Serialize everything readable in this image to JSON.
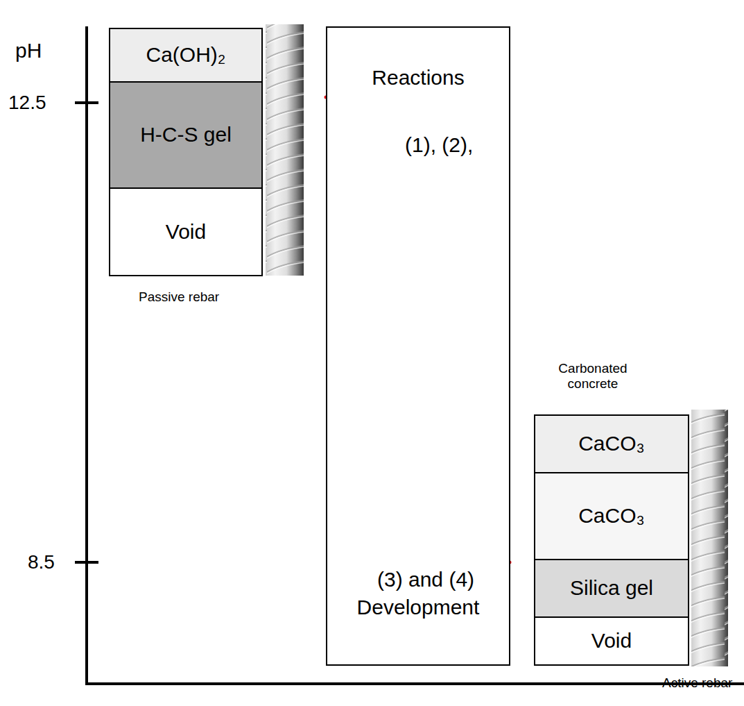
{
  "diagram": {
    "nodes": [
      {
        "text": [
          "Ca(OH)₂"
        ]
      },
      {
        "text": [
          "H-C-S gel"
        ]
      },
      {
        "text": [
          "Void"
        ]
      },
      {
        "text": [
          "Reactions",
          "(1), (2),",
          "(3) and (4)",
          "Development"
        ]
      },
      {
        "text": [
          "CaCO₃"
        ]
      },
      {
        "text": [
          "CaCO₃"
        ]
      },
      {
        "text": [
          "Silica gel"
        ]
      },
      {
        "text": [
          "Void"
        ]
      }
    ],
    "labels": [
      "pH",
      "12.5",
      "8.5",
      "Passive rebar",
      "Carbonated concrete",
      "Active rebar"
    ]
  }
}
